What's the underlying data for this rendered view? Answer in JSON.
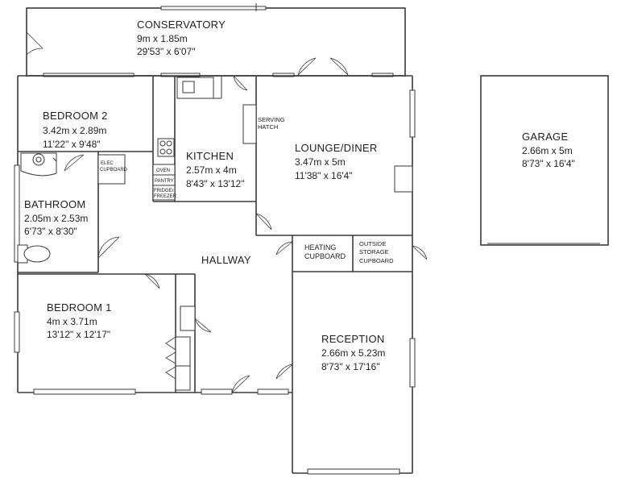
{
  "rooms": {
    "conservatory": {
      "name": "CONSERVATORY",
      "metric": "9m x 1.85m",
      "imperial": "29'53\" x 6'07\""
    },
    "bedroom2": {
      "name": "BEDROOM 2",
      "metric": "3.42m x 2.89m",
      "imperial": "11'22\" x 9'48\""
    },
    "kitchen": {
      "name": "KITCHEN",
      "metric": "2.57m x 4m",
      "imperial": "8'43\" x 13'12\""
    },
    "lounge": {
      "name": "LOUNGE/DINER",
      "metric": "3.47m x 5m",
      "imperial": "11'38\" x 16'4\""
    },
    "garage": {
      "name": "GARAGE",
      "metric": "2.66m x 5m",
      "imperial": "8'73\" x 16'4\""
    },
    "bathroom": {
      "name": "BATHROOM",
      "metric": "2.05m x 2.53m",
      "imperial": "6'73\" x 8'30\""
    },
    "hallway": {
      "name": "HALLWAY"
    },
    "bedroom1": {
      "name": "BEDROOM 1",
      "metric": "4m x 3.71m",
      "imperial": "13'12\" x 12'17\""
    },
    "reception": {
      "name": "RECEPTION",
      "metric": "2.66m x 5.23m",
      "imperial": "8'73\" x 17'16\""
    }
  },
  "labels": {
    "serving_hatch_1": "SERVING",
    "serving_hatch_2": "HATCH",
    "heating_1": "HEATING",
    "heating_2": "CUPBOARD",
    "outside_1": "OUTSIDE",
    "outside_2": "STORAGE",
    "outside_3": "CUPBOARD",
    "elec_1": "ELEC",
    "elec_2": "CUPBOARD",
    "oven": "OVEN",
    "pantry": "PANTRY",
    "fridge_1": "FRIDGE/",
    "fridge_2": "FREEZER"
  }
}
